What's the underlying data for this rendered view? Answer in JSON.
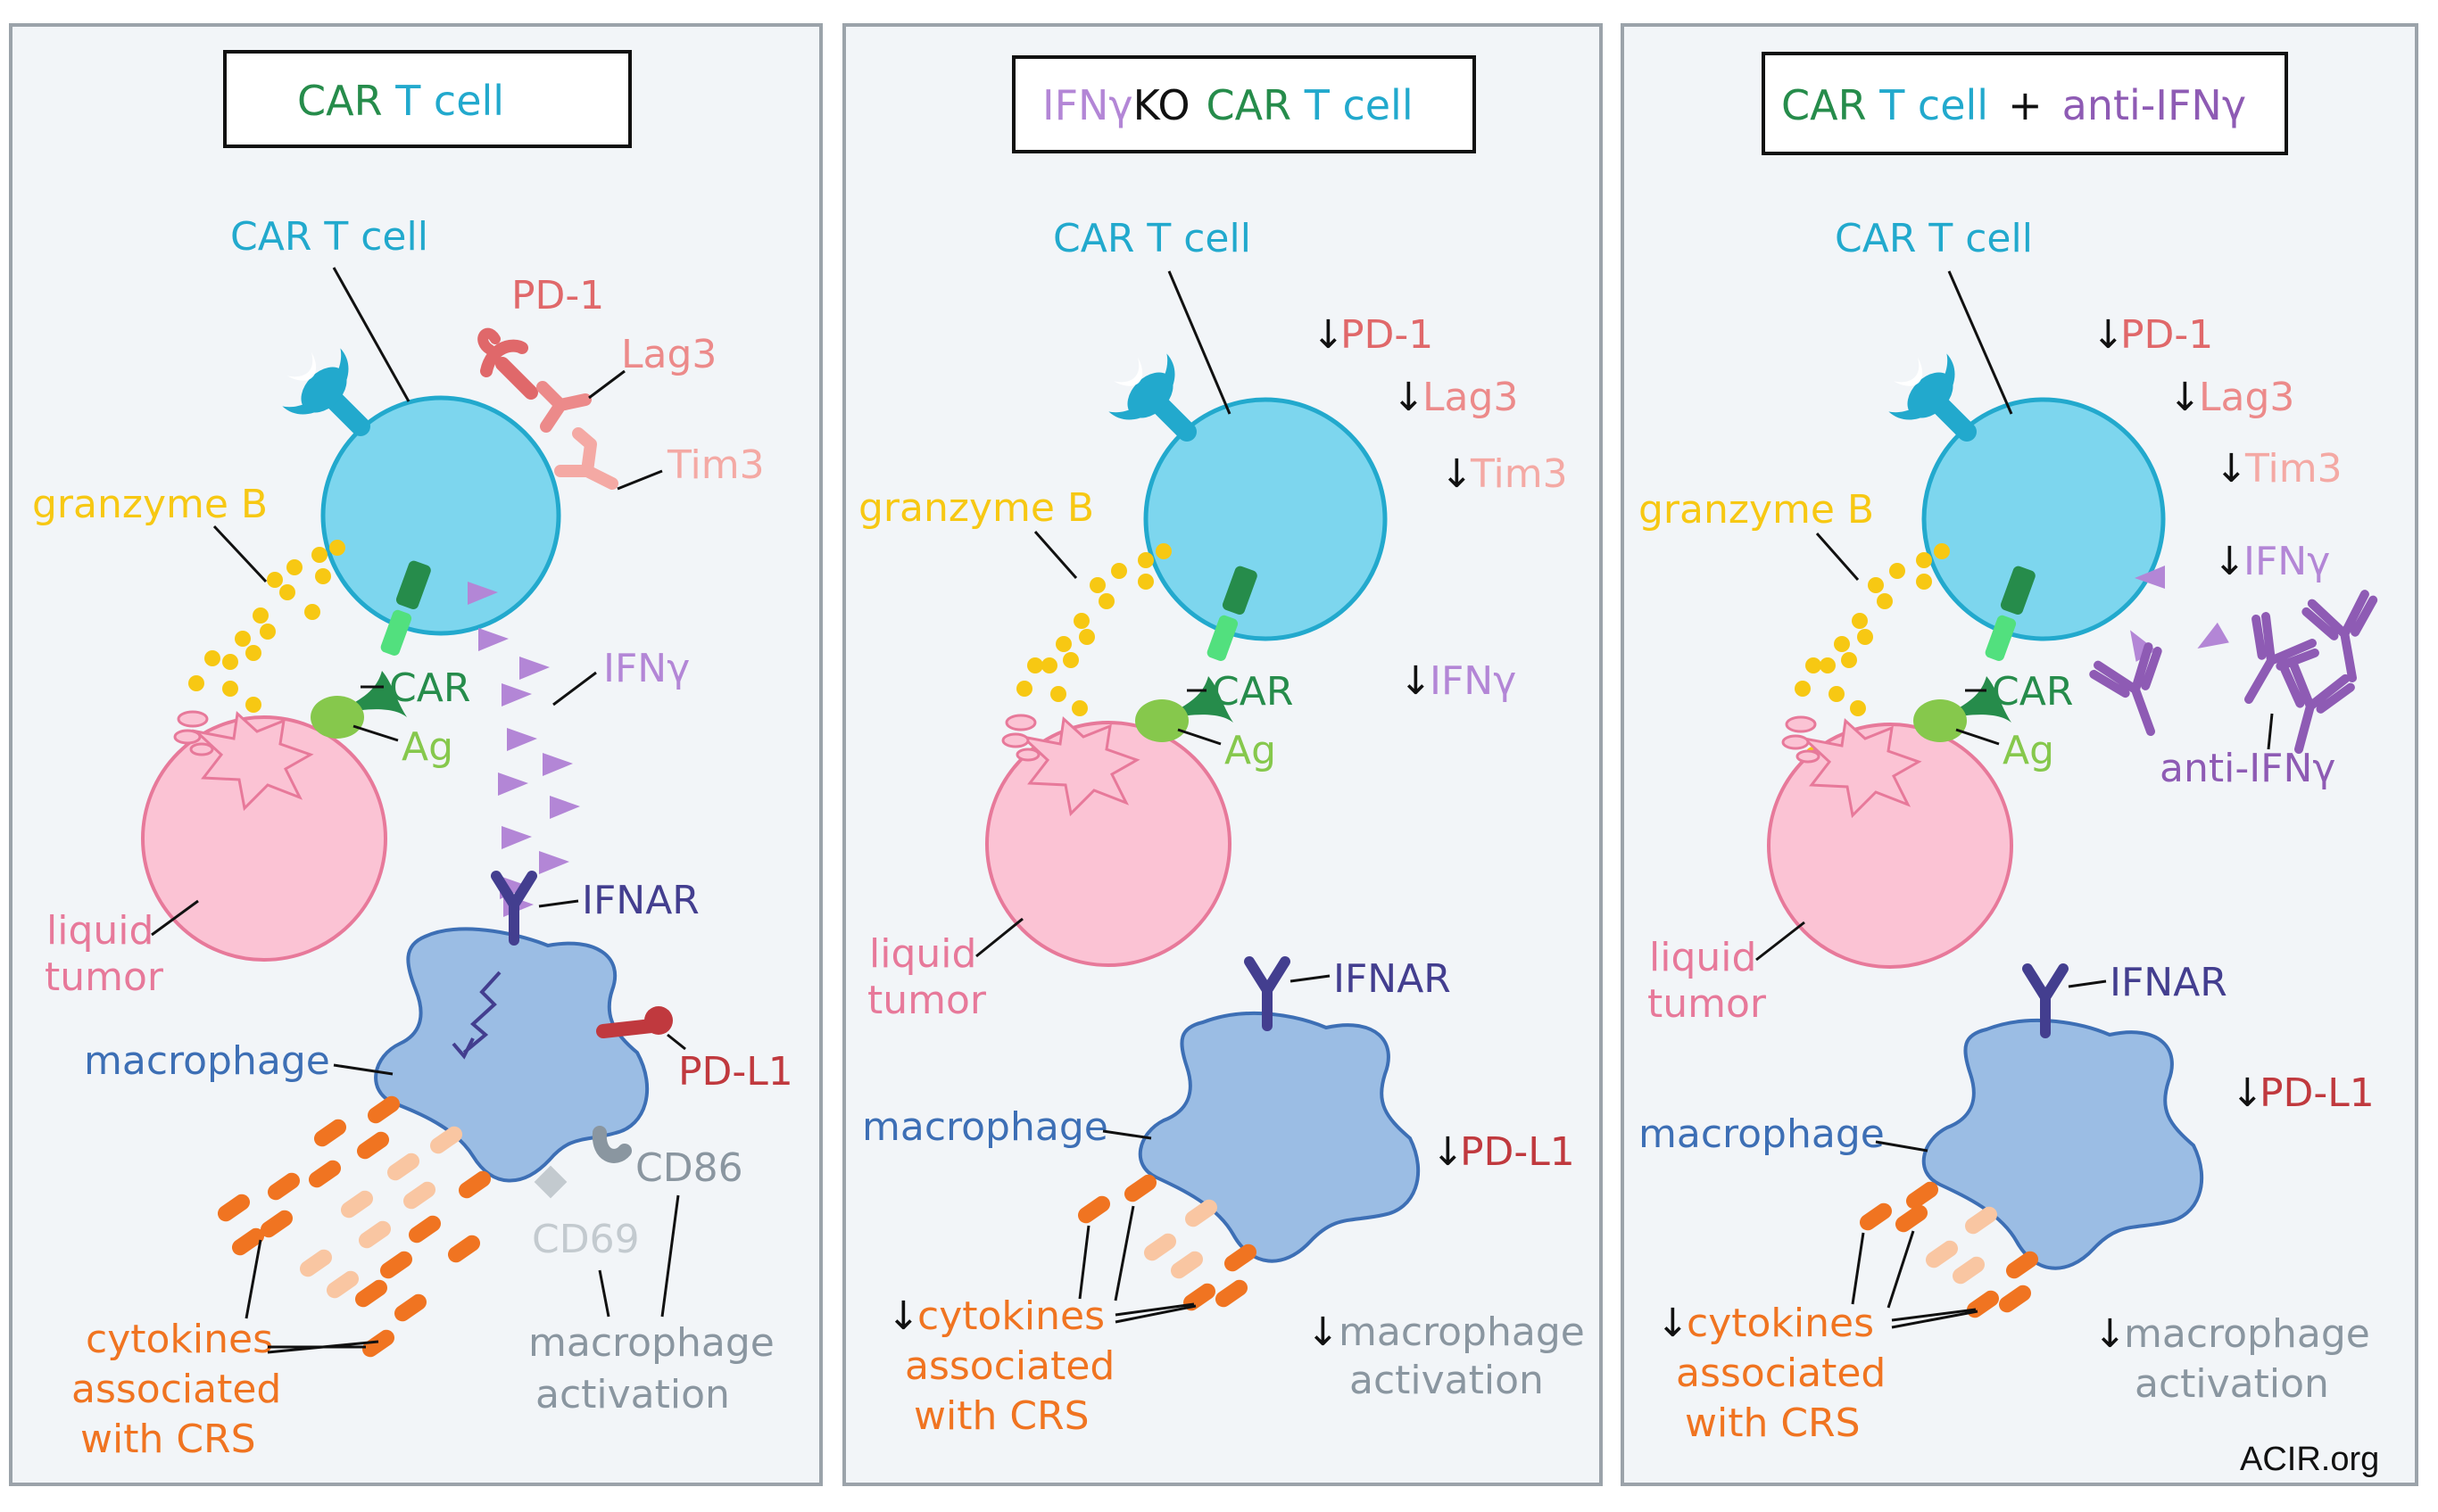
{
  "colors": {
    "panel_bg": "#f2f5f8",
    "panel_border": "#9ba3aa",
    "car_t": "#7dd6ee",
    "car_t_stroke": "#22a9cd",
    "tumor": "#fbc3d4",
    "tumor_stroke": "#e7799a",
    "macrophage": "#9bbde4",
    "macrophage_stroke": "#3d6fb5",
    "granzyme": "#f7c813",
    "ifng": "#b386d6",
    "ifnar": "#433e8f",
    "car": "#268c4b",
    "ag": "#86c84c",
    "pd1": "#e0686a",
    "lag3": "#ec8a8a",
    "tim3": "#f4a9a4",
    "pdl1": "#c0393e",
    "cytokine_dark": "#f07421",
    "cytokine_light": "#f9c6a2",
    "cd86": "#8a96a0",
    "cd69": "#c3cacf",
    "anti_ifng": "#8e5bb4"
  },
  "panels": [
    {
      "header": {
        "parts": [
          "CAR",
          "T cell"
        ]
      },
      "labels": {
        "car_t_cell": "CAR T cell",
        "pd1": "PD-1",
        "lag3": "Lag3",
        "tim3": "Tim3",
        "granzyme_b": "granzyme B",
        "ifng": "IFNγ",
        "car": "CAR",
        "ag": "Ag",
        "liquid": "liquid",
        "tumor": "tumor",
        "ifnar": "IFNAR",
        "macrophage": "macrophage",
        "pdl1": "PD-L1",
        "cd86": "CD86",
        "cd69": "CD69",
        "cytokines": "cytokines",
        "associated": "associated",
        "with_crs": "with CRS",
        "macrophage_word": "macrophage",
        "activation": "activation"
      }
    },
    {
      "header": {
        "parts": [
          "IFNγ",
          "KO",
          "CAR",
          "T cell"
        ]
      },
      "labels": {
        "car_t_cell": "CAR T cell",
        "pd1": "PD-1",
        "lag3": "Lag3",
        "tim3": "Tim3",
        "granzyme_b": "granzyme B",
        "ifng": "IFNγ",
        "car": "CAR",
        "ag": "Ag",
        "liquid": "liquid",
        "tumor": "tumor",
        "ifnar": "IFNAR",
        "macrophage": "macrophage",
        "pdl1": "PD-L1",
        "cytokines": "cytokines",
        "associated": "associated",
        "with_crs": "with CRS",
        "macrophage_word": "macrophage",
        "activation": "activation",
        "down_arrow": "↓"
      }
    },
    {
      "header": {
        "parts": [
          "CAR",
          "T cell",
          "+",
          "anti-IFNγ"
        ]
      },
      "labels": {
        "car_t_cell": "CAR T cell",
        "pd1": "PD-1",
        "lag3": "Lag3",
        "tim3": "Tim3",
        "ifng": "IFNγ",
        "granzyme_b": "granzyme B",
        "car": "CAR",
        "ag": "Ag",
        "anti_ifng": "anti-IFNγ",
        "liquid": "liquid",
        "tumor": "tumor",
        "ifnar": "IFNAR",
        "macrophage": "macrophage",
        "pdl1": "PD-L1",
        "cytokines": "cytokines",
        "associated": "associated",
        "with_crs": "with CRS",
        "macrophage_word": "macrophage",
        "activation": "activation",
        "down_arrow": "↓"
      }
    }
  ],
  "credit": "ACIR.org"
}
